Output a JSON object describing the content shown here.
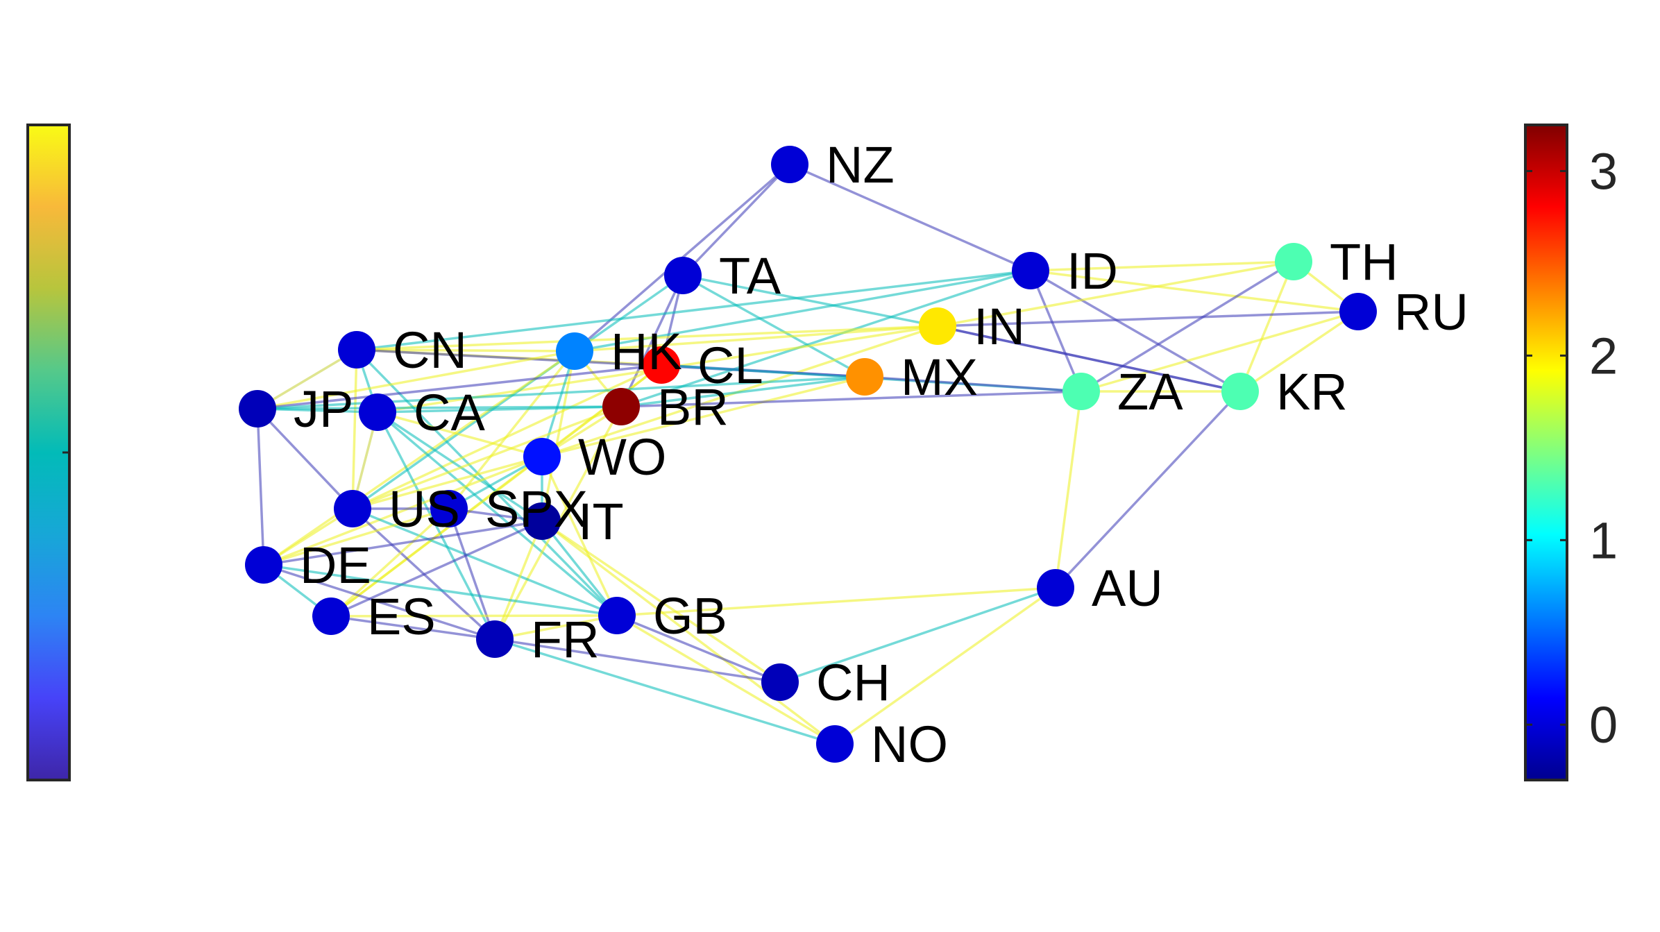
{
  "diagram": {
    "type": "network-graph",
    "nodes": [
      {
        "id": "NZ",
        "label": "NZ",
        "value": 0.0
      },
      {
        "id": "TA",
        "label": "TA",
        "value": 0.0
      },
      {
        "id": "ID",
        "label": "ID",
        "value": 0.0
      },
      {
        "id": "TH",
        "label": "TH",
        "value": 1.3
      },
      {
        "id": "RU",
        "label": "RU",
        "value": 0.0
      },
      {
        "id": "IN",
        "label": "IN",
        "value": 2.0
      },
      {
        "id": "CN",
        "label": "CN",
        "value": 0.0
      },
      {
        "id": "HK",
        "label": "HK",
        "value": 0.6
      },
      {
        "id": "CL",
        "label": "CL",
        "value": 2.8
      },
      {
        "id": "MX",
        "label": "MX",
        "value": 2.3
      },
      {
        "id": "ZA",
        "label": "ZA",
        "value": 1.3
      },
      {
        "id": "KR",
        "label": "KR",
        "value": 1.3
      },
      {
        "id": "JP",
        "label": "JP",
        "value": -0.1
      },
      {
        "id": "CA",
        "label": "CA",
        "value": 0.0
      },
      {
        "id": "BR",
        "label": "BR",
        "value": 3.2
      },
      {
        "id": "WO",
        "label": "WO",
        "value": 0.2
      },
      {
        "id": "US",
        "label": "US",
        "value": 0.0
      },
      {
        "id": "SPX",
        "label": "SPX",
        "value": 0.0
      },
      {
        "id": "IT",
        "label": "IT",
        "value": -0.2
      },
      {
        "id": "DE",
        "label": "DE",
        "value": 0.0
      },
      {
        "id": "AU",
        "label": "AU",
        "value": 0.0
      },
      {
        "id": "ES",
        "label": "ES",
        "value": 0.0
      },
      {
        "id": "GB",
        "label": "GB",
        "value": 0.0
      },
      {
        "id": "FR",
        "label": "FR",
        "value": -0.1
      },
      {
        "id": "CH",
        "label": "CH",
        "value": -0.1
      },
      {
        "id": "NO",
        "label": "NO",
        "value": 0.0
      }
    ],
    "edges": [
      {
        "source": "NZ",
        "target": "TA",
        "weight": 0.05
      },
      {
        "source": "NZ",
        "target": "HK",
        "weight": 0.05
      },
      {
        "source": "NZ",
        "target": "ID",
        "weight": 0.05
      },
      {
        "source": "TA",
        "target": "HK",
        "weight": 0.5
      },
      {
        "source": "TA",
        "target": "CL",
        "weight": 0.05
      },
      {
        "source": "TA",
        "target": "BR",
        "weight": 0.05
      },
      {
        "source": "TA",
        "target": "IN",
        "weight": 0.5
      },
      {
        "source": "TA",
        "target": "MX",
        "weight": 0.5
      },
      {
        "source": "ID",
        "target": "TH",
        "weight": 0.95
      },
      {
        "source": "ID",
        "target": "RU",
        "weight": 0.95
      },
      {
        "source": "ID",
        "target": "KR",
        "weight": 0.05
      },
      {
        "source": "ID",
        "target": "ZA",
        "weight": 0.05
      },
      {
        "source": "ID",
        "target": "HK",
        "weight": 0.5
      },
      {
        "source": "ID",
        "target": "CN",
        "weight": 0.5
      },
      {
        "source": "ID",
        "target": "BR",
        "weight": 0.5
      },
      {
        "source": "TH",
        "target": "RU",
        "weight": 0.95
      },
      {
        "source": "TH",
        "target": "KR",
        "weight": 0.95
      },
      {
        "source": "TH",
        "target": "ZA",
        "weight": 0.05
      },
      {
        "source": "TH",
        "target": "IN",
        "weight": 0.95
      },
      {
        "source": "RU",
        "target": "KR",
        "weight": 0.95
      },
      {
        "source": "RU",
        "target": "IN",
        "weight": 0.05
      },
      {
        "source": "RU",
        "target": "ZA",
        "weight": 0.95
      },
      {
        "source": "IN",
        "target": "HK",
        "weight": 0.95
      },
      {
        "source": "IN",
        "target": "CN",
        "weight": 0.95
      },
      {
        "source": "IN",
        "target": "KR",
        "weight": 0.05
      },
      {
        "source": "IN",
        "target": "CA",
        "weight": 0.95
      },
      {
        "source": "IN",
        "target": "WO",
        "weight": 0.95
      },
      {
        "source": "CN",
        "target": "HK",
        "weight": 0.95
      },
      {
        "source": "CN",
        "target": "CL",
        "weight": 0.95
      },
      {
        "source": "CN",
        "target": "CA",
        "weight": 0.5
      },
      {
        "source": "CN",
        "target": "US",
        "weight": 0.95
      },
      {
        "source": "CN",
        "target": "GB",
        "weight": 0.5
      },
      {
        "source": "CN",
        "target": "MX",
        "weight": 0.05
      },
      {
        "source": "HK",
        "target": "JP",
        "weight": 0.95
      },
      {
        "source": "HK",
        "target": "BR",
        "weight": 0.95
      },
      {
        "source": "HK",
        "target": "WO",
        "weight": 0.5
      },
      {
        "source": "HK",
        "target": "US",
        "weight": 0.5
      },
      {
        "source": "HK",
        "target": "DE",
        "weight": 0.95
      },
      {
        "source": "HK",
        "target": "SPX",
        "weight": 0.95
      },
      {
        "source": "HK",
        "target": "IT",
        "weight": 0.95
      },
      {
        "source": "CL",
        "target": "MX",
        "weight": 0.05
      },
      {
        "source": "CL",
        "target": "ZA",
        "weight": 0.5
      },
      {
        "source": "CL",
        "target": "JP",
        "weight": 0.05
      },
      {
        "source": "CL",
        "target": "WO",
        "weight": 0.95
      },
      {
        "source": "CL",
        "target": "US",
        "weight": 0.95
      },
      {
        "source": "CL",
        "target": "ES",
        "weight": 0.95
      },
      {
        "source": "MX",
        "target": "ZA",
        "weight": 0.05
      },
      {
        "source": "MX",
        "target": "BR",
        "weight": 0.5
      },
      {
        "source": "MX",
        "target": "WO",
        "weight": 0.95
      },
      {
        "source": "MX",
        "target": "JP",
        "weight": 0.5
      },
      {
        "source": "ZA",
        "target": "KR",
        "weight": 0.95
      },
      {
        "source": "ZA",
        "target": "BR",
        "weight": 0.05
      },
      {
        "source": "ZA",
        "target": "AU",
        "weight": 0.95
      },
      {
        "source": "KR",
        "target": "AU",
        "weight": 0.05
      },
      {
        "source": "KR",
        "target": "IN",
        "weight": 0.05
      },
      {
        "source": "JP",
        "target": "CA",
        "weight": 0.5
      },
      {
        "source": "JP",
        "target": "CN",
        "weight": 0.8
      },
      {
        "source": "JP",
        "target": "DE",
        "weight": 0.05
      },
      {
        "source": "JP",
        "target": "US",
        "weight": 0.05
      },
      {
        "source": "JP",
        "target": "BR",
        "weight": 0.5
      },
      {
        "source": "CA",
        "target": "US",
        "weight": 0.8
      },
      {
        "source": "CA",
        "target": "GB",
        "weight": 0.5
      },
      {
        "source": "CA",
        "target": "BR",
        "weight": 0.5
      },
      {
        "source": "CA",
        "target": "WO",
        "weight": 0.95
      },
      {
        "source": "CA",
        "target": "FR",
        "weight": 0.5
      },
      {
        "source": "CA",
        "target": "IT",
        "weight": 0.5
      },
      {
        "source": "BR",
        "target": "WO",
        "weight": 0.95
      },
      {
        "source": "BR",
        "target": "US",
        "weight": 0.95
      },
      {
        "source": "BR",
        "target": "FR",
        "weight": 0.95
      },
      {
        "source": "WO",
        "target": "US",
        "weight": 0.95
      },
      {
        "source": "WO",
        "target": "SPX",
        "weight": 0.5
      },
      {
        "source": "WO",
        "target": "IT",
        "weight": 0.5
      },
      {
        "source": "WO",
        "target": "DE",
        "weight": 0.95
      },
      {
        "source": "WO",
        "target": "GB",
        "weight": 0.95
      },
      {
        "source": "WO",
        "target": "ES",
        "weight": 0.95
      },
      {
        "source": "US",
        "target": "SPX",
        "weight": 0.05
      },
      {
        "source": "US",
        "target": "FR",
        "weight": 0.05
      },
      {
        "source": "US",
        "target": "GB",
        "weight": 0.5
      },
      {
        "source": "US",
        "target": "DE",
        "weight": 0.95
      },
      {
        "source": "SPX",
        "target": "IT",
        "weight": 0.05
      },
      {
        "source": "SPX",
        "target": "FR",
        "weight": 0.05
      },
      {
        "source": "SPX",
        "target": "DE",
        "weight": 0.95
      },
      {
        "source": "SPX",
        "target": "ES",
        "weight": 0.95
      },
      {
        "source": "IT",
        "target": "DE",
        "weight": 0.05
      },
      {
        "source": "IT",
        "target": "ES",
        "weight": 0.05
      },
      {
        "source": "IT",
        "target": "FR",
        "weight": 0.95
      },
      {
        "source": "IT",
        "target": "GB",
        "weight": 0.5
      },
      {
        "source": "IT",
        "target": "CH",
        "weight": 0.95
      },
      {
        "source": "IT",
        "target": "NO",
        "weight": 0.95
      },
      {
        "source": "DE",
        "target": "ES",
        "weight": 0.5
      },
      {
        "source": "DE",
        "target": "FR",
        "weight": 0.05
      },
      {
        "source": "DE",
        "target": "GB",
        "weight": 0.5
      },
      {
        "source": "ES",
        "target": "FR",
        "weight": 0.05
      },
      {
        "source": "ES",
        "target": "GB",
        "weight": 0.95
      },
      {
        "source": "FR",
        "target": "GB",
        "weight": 0.95
      },
      {
        "source": "FR",
        "target": "CH",
        "weight": 0.05
      },
      {
        "source": "FR",
        "target": "NO",
        "weight": 0.5
      },
      {
        "source": "GB",
        "target": "CH",
        "weight": 0.05
      },
      {
        "source": "GB",
        "target": "NO",
        "weight": 0.95
      },
      {
        "source": "GB",
        "target": "AU",
        "weight": 0.95
      },
      {
        "source": "CH",
        "target": "AU",
        "weight": 0.5
      },
      {
        "source": "NO",
        "target": "AU",
        "weight": 0.95
      }
    ]
  },
  "colorbar_left": {
    "colormap": "parula",
    "tick_labels": []
  },
  "colorbar_right": {
    "colormap": "jet",
    "range": [
      -0.3,
      3.25
    ],
    "ticks": [
      0,
      1,
      2,
      3
    ],
    "tick_labels": [
      "0",
      "1",
      "2",
      "3"
    ]
  }
}
